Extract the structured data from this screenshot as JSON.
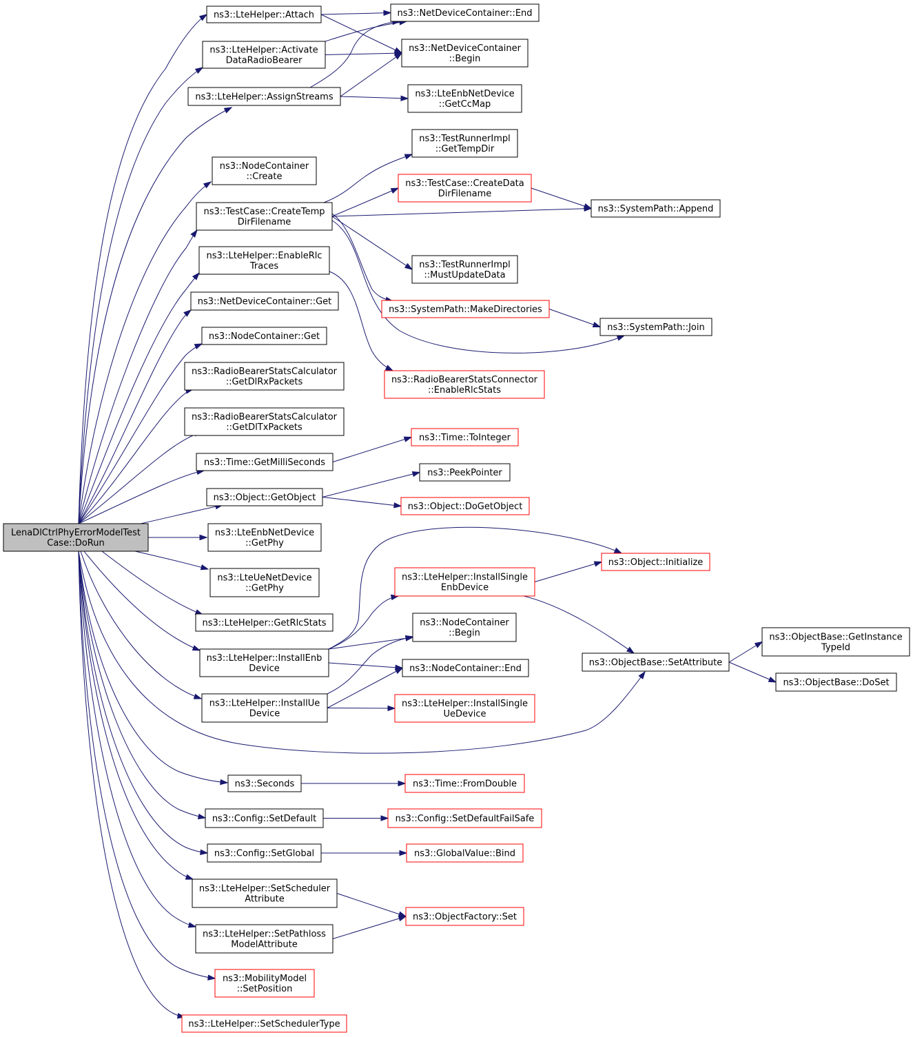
{
  "diagram": {
    "type": "call-graph",
    "edge_color": "#191970",
    "root_fill": "#bfbfbf",
    "truncated_border": "#ff0000",
    "nodes": [
      {
        "id": "root",
        "lines": [
          "LenaDlCtrlPhyErrorModelTest",
          "Case::DoRun"
        ],
        "style": "root"
      },
      {
        "id": "attach",
        "lines": [
          "ns3::LteHelper::Attach"
        ]
      },
      {
        "id": "ndc_end",
        "lines": [
          "ns3::NetDeviceContainer::End"
        ]
      },
      {
        "id": "ndc_begin",
        "lines": [
          "ns3::NetDeviceContainer",
          "::Begin"
        ]
      },
      {
        "id": "activate",
        "lines": [
          "ns3::LteHelper::Activate",
          "DataRadioBearer"
        ]
      },
      {
        "id": "assign",
        "lines": [
          "ns3::LteHelper::AssignStreams"
        ]
      },
      {
        "id": "getccmap",
        "lines": [
          "ns3::LteEnbNetDevice",
          "::GetCcMap"
        ]
      },
      {
        "id": "nc_create",
        "lines": [
          "ns3::NodeContainer",
          "::Create"
        ]
      },
      {
        "id": "createtemp",
        "lines": [
          "ns3::TestCase::CreateTemp",
          "DirFilename"
        ]
      },
      {
        "id": "gettempdir",
        "lines": [
          "ns3::TestRunnerImpl",
          "::GetTempDir"
        ]
      },
      {
        "id": "createdata",
        "lines": [
          "ns3::TestCase::CreateData",
          "DirFilename"
        ],
        "truncated": true
      },
      {
        "id": "append",
        "lines": [
          "ns3::SystemPath::Append"
        ]
      },
      {
        "id": "mustupdate",
        "lines": [
          "ns3::TestRunnerImpl",
          "::MustUpdateData"
        ]
      },
      {
        "id": "makedirs",
        "lines": [
          "ns3::SystemPath::MakeDirectories"
        ],
        "truncated": true
      },
      {
        "id": "join",
        "lines": [
          "ns3::SystemPath::Join"
        ]
      },
      {
        "id": "enablerlc",
        "lines": [
          "ns3::LteHelper::EnableRlc",
          "Traces"
        ]
      },
      {
        "id": "enablerlcstats",
        "lines": [
          "ns3::RadioBearerStatsConnector",
          "::EnableRlcStats"
        ],
        "truncated": true
      },
      {
        "id": "ndc_get",
        "lines": [
          "ns3::NetDeviceContainer::Get"
        ]
      },
      {
        "id": "nc_get",
        "lines": [
          "ns3::NodeContainer::Get"
        ]
      },
      {
        "id": "getdlrx",
        "lines": [
          "ns3::RadioBearerStatsCalculator",
          "::GetDlRxPackets"
        ]
      },
      {
        "id": "getdltx",
        "lines": [
          "ns3::RadioBearerStatsCalculator",
          "::GetDlTxPackets"
        ]
      },
      {
        "id": "getmilli",
        "lines": [
          "ns3::Time::GetMilliSeconds"
        ]
      },
      {
        "id": "tointeger",
        "lines": [
          "ns3::Time::ToInteger"
        ],
        "truncated": true
      },
      {
        "id": "getobject",
        "lines": [
          "ns3::Object::GetObject"
        ]
      },
      {
        "id": "peekpointer",
        "lines": [
          "ns3::PeekPointer"
        ]
      },
      {
        "id": "dogetobject",
        "lines": [
          "ns3::Object::DoGetObject"
        ],
        "truncated": true
      },
      {
        "id": "enb_getphy",
        "lines": [
          "ns3::LteEnbNetDevice",
          "::GetPhy"
        ]
      },
      {
        "id": "initialize",
        "lines": [
          "ns3::Object::Initialize"
        ],
        "truncated": true
      },
      {
        "id": "installsingleenb",
        "lines": [
          "ns3::LteHelper::InstallSingle",
          "EnbDevice"
        ],
        "truncated": true
      },
      {
        "id": "ue_getphy",
        "lines": [
          "ns3::LteUeNetDevice",
          "::GetPhy"
        ]
      },
      {
        "id": "getrlcstats",
        "lines": [
          "ns3::LteHelper::GetRlcStats"
        ]
      },
      {
        "id": "nc_begin",
        "lines": [
          "ns3::NodeContainer",
          "::Begin"
        ]
      },
      {
        "id": "getinstancetypeid",
        "lines": [
          "ns3::ObjectBase::GetInstance",
          "TypeId"
        ]
      },
      {
        "id": "installenb",
        "lines": [
          "ns3::LteHelper::InstallEnb",
          "Device"
        ]
      },
      {
        "id": "nc_end",
        "lines": [
          "ns3::NodeContainer::End"
        ]
      },
      {
        "id": "setattribute",
        "lines": [
          "ns3::ObjectBase::SetAttribute"
        ]
      },
      {
        "id": "doset",
        "lines": [
          "ns3::ObjectBase::DoSet"
        ]
      },
      {
        "id": "installue",
        "lines": [
          "ns3::LteHelper::InstallUe",
          "Device"
        ]
      },
      {
        "id": "installsingleue",
        "lines": [
          "ns3::LteHelper::InstallSingle",
          "UeDevice"
        ],
        "truncated": true
      },
      {
        "id": "seconds",
        "lines": [
          "ns3::Seconds"
        ]
      },
      {
        "id": "fromdouble",
        "lines": [
          "ns3::Time::FromDouble"
        ],
        "truncated": true
      },
      {
        "id": "setdefault",
        "lines": [
          "ns3::Config::SetDefault"
        ]
      },
      {
        "id": "setdefaultfailsafe",
        "lines": [
          "ns3::Config::SetDefaultFailSafe"
        ],
        "truncated": true
      },
      {
        "id": "setglobal",
        "lines": [
          "ns3::Config::SetGlobal"
        ]
      },
      {
        "id": "gvbind",
        "lines": [
          "ns3::GlobalValue::Bind"
        ],
        "truncated": true
      },
      {
        "id": "setschedattr",
        "lines": [
          "ns3::LteHelper::SetScheduler",
          "Attribute"
        ]
      },
      {
        "id": "ofset",
        "lines": [
          "ns3::ObjectFactory::Set"
        ],
        "truncated": true
      },
      {
        "id": "setpathloss",
        "lines": [
          "ns3::LteHelper::SetPathloss",
          "ModelAttribute"
        ]
      },
      {
        "id": "setposition",
        "lines": [
          "ns3::MobilityModel",
          "::SetPosition"
        ],
        "truncated": true
      },
      {
        "id": "setschedtype",
        "lines": [
          "ns3::LteHelper::SetSchedulerType"
        ],
        "truncated": true
      }
    ],
    "edges": [
      [
        "root",
        "attach"
      ],
      [
        "root",
        "activate"
      ],
      [
        "root",
        "assign"
      ],
      [
        "root",
        "nc_create"
      ],
      [
        "root",
        "createtemp"
      ],
      [
        "root",
        "enablerlc"
      ],
      [
        "root",
        "ndc_get"
      ],
      [
        "root",
        "nc_get"
      ],
      [
        "root",
        "getdlrx"
      ],
      [
        "root",
        "getdltx"
      ],
      [
        "root",
        "getmilli"
      ],
      [
        "root",
        "getobject"
      ],
      [
        "root",
        "enb_getphy"
      ],
      [
        "root",
        "ue_getphy"
      ],
      [
        "root",
        "getrlcstats"
      ],
      [
        "root",
        "installenb"
      ],
      [
        "root",
        "installue"
      ],
      [
        "root",
        "setattribute"
      ],
      [
        "root",
        "seconds"
      ],
      [
        "root",
        "setdefault"
      ],
      [
        "root",
        "setglobal"
      ],
      [
        "root",
        "setschedattr"
      ],
      [
        "root",
        "setpathloss"
      ],
      [
        "root",
        "setposition"
      ],
      [
        "root",
        "setschedtype"
      ],
      [
        "attach",
        "ndc_end"
      ],
      [
        "attach",
        "ndc_begin"
      ],
      [
        "activate",
        "ndc_end"
      ],
      [
        "activate",
        "ndc_begin"
      ],
      [
        "assign",
        "ndc_end"
      ],
      [
        "assign",
        "ndc_begin"
      ],
      [
        "assign",
        "getccmap"
      ],
      [
        "createtemp",
        "gettempdir"
      ],
      [
        "createtemp",
        "createdata"
      ],
      [
        "createtemp",
        "append"
      ],
      [
        "createtemp",
        "mustupdate"
      ],
      [
        "createtemp",
        "makedirs"
      ],
      [
        "createtemp",
        "join"
      ],
      [
        "createdata",
        "append"
      ],
      [
        "makedirs",
        "join"
      ],
      [
        "enablerlc",
        "enablerlcstats"
      ],
      [
        "getmilli",
        "tointeger"
      ],
      [
        "getobject",
        "peekpointer"
      ],
      [
        "getobject",
        "dogetobject"
      ],
      [
        "installenb",
        "initialize"
      ],
      [
        "installenb",
        "installsingleenb"
      ],
      [
        "installenb",
        "nc_begin"
      ],
      [
        "installenb",
        "nc_end"
      ],
      [
        "installsingleenb",
        "initialize"
      ],
      [
        "installsingleenb",
        "setattribute"
      ],
      [
        "installue",
        "nc_begin"
      ],
      [
        "installue",
        "nc_end"
      ],
      [
        "installue",
        "installsingleue"
      ],
      [
        "setattribute",
        "getinstancetypeid"
      ],
      [
        "setattribute",
        "doset"
      ],
      [
        "seconds",
        "fromdouble"
      ],
      [
        "setdefault",
        "setdefaultfailsafe"
      ],
      [
        "setglobal",
        "gvbind"
      ],
      [
        "setschedattr",
        "ofset"
      ],
      [
        "setpathloss",
        "ofset"
      ]
    ]
  }
}
